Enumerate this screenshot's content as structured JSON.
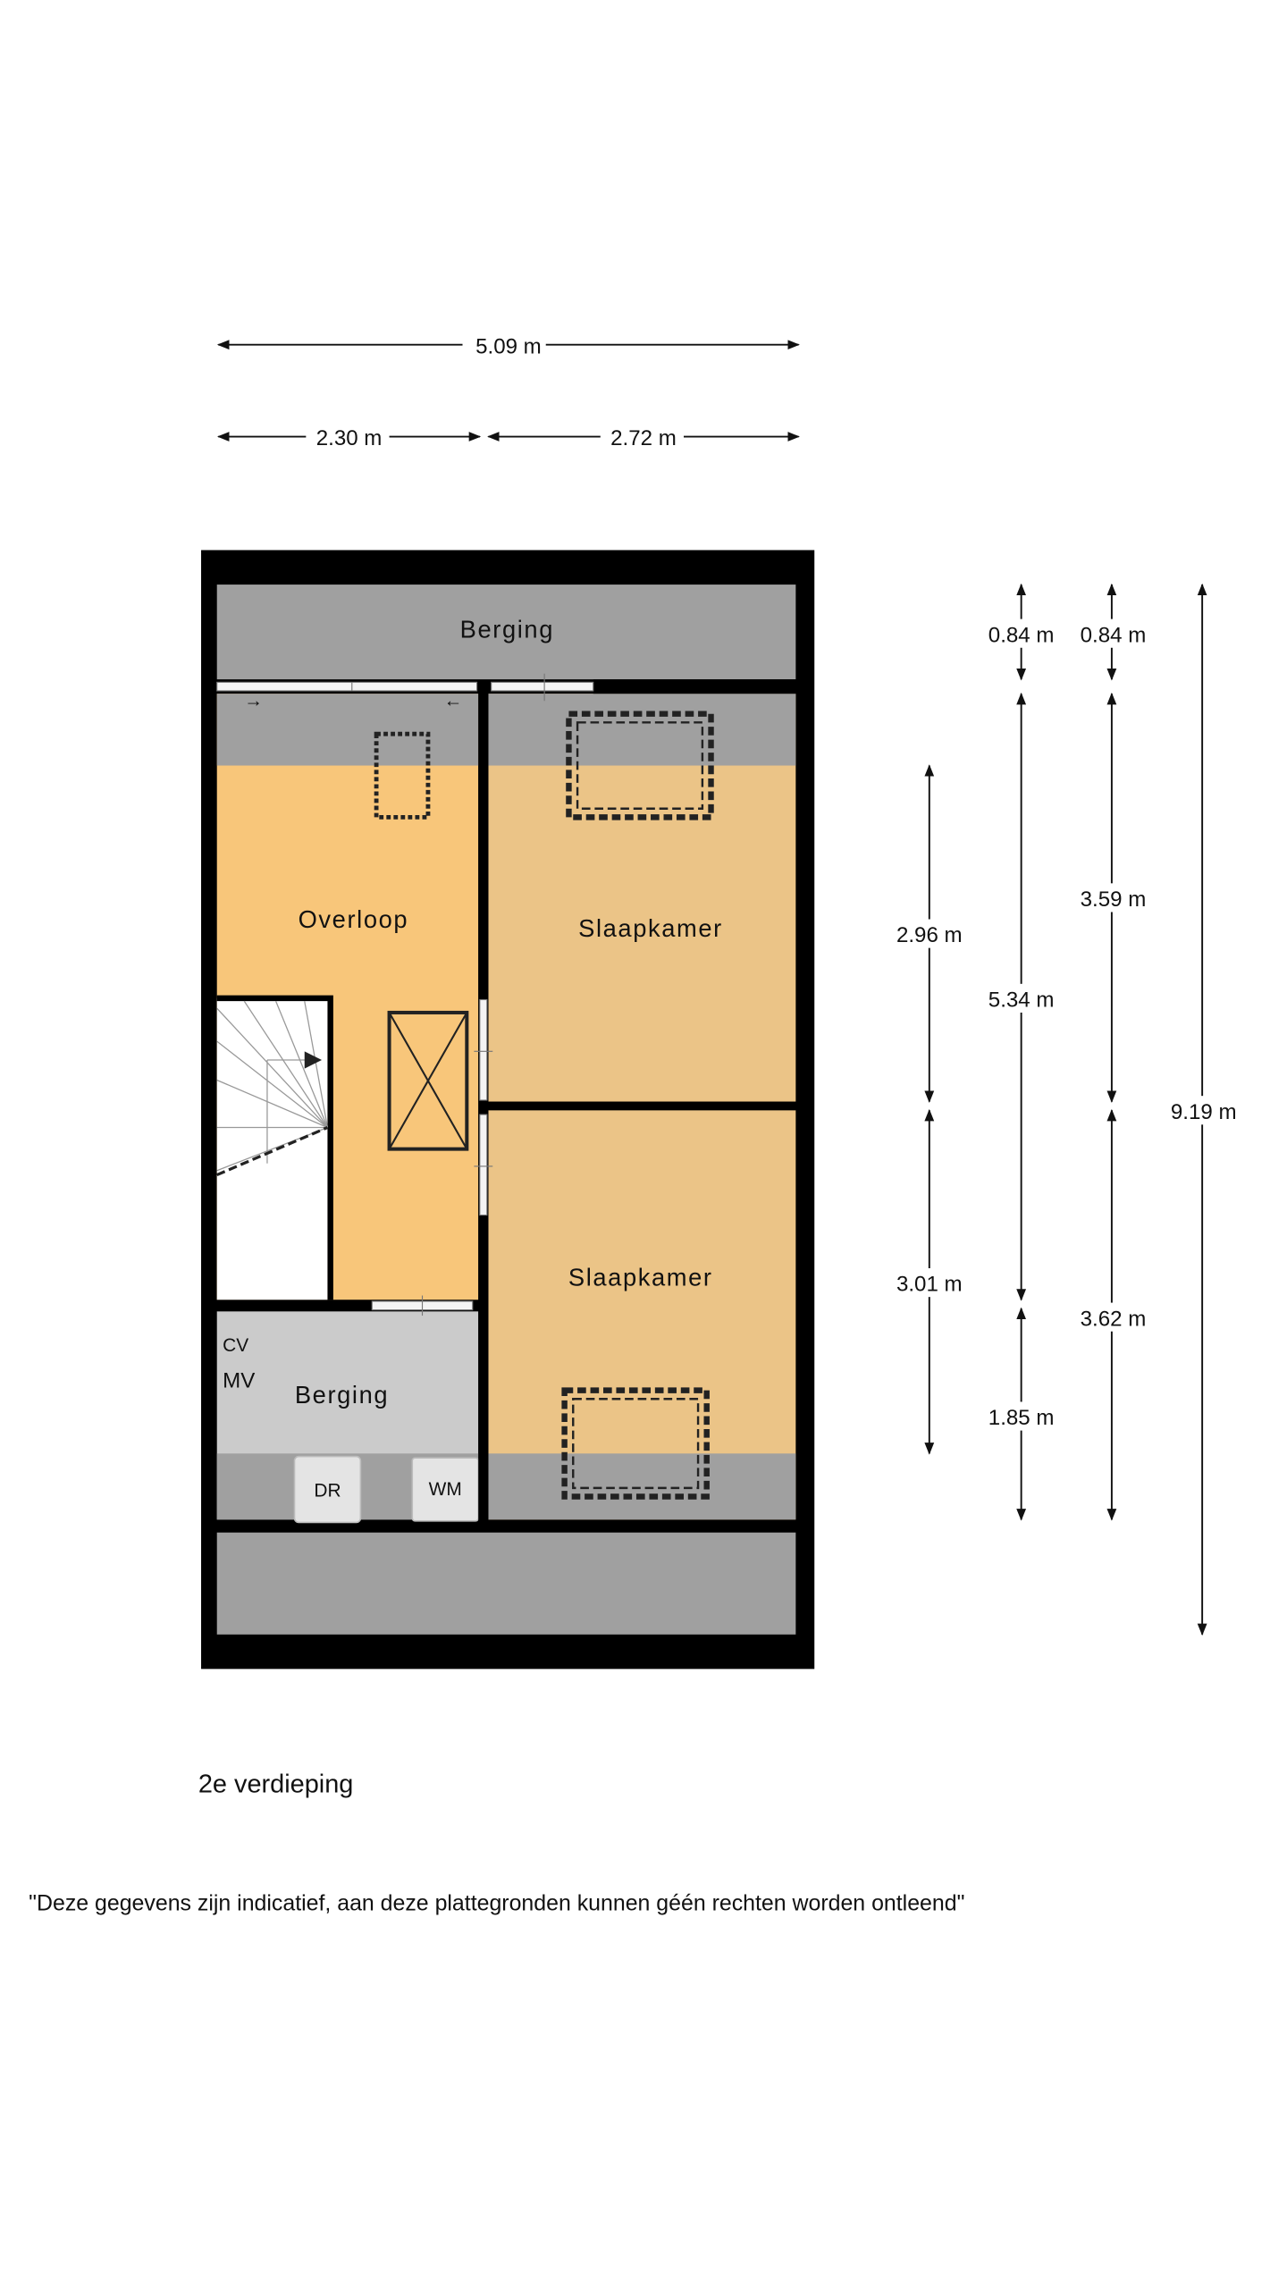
{
  "floor_name": "2e verdieping",
  "disclaimer": "\"Deze gegevens zijn indicatief, aan deze plattegronden kunnen géén rechten worden ontleend\"",
  "rooms": {
    "berging_top": "Berging",
    "overloop": "Overloop",
    "slaapkamer_1": "Slaapkamer",
    "slaapkamer_2": "Slaapkamer",
    "berging_small": "Berging"
  },
  "fixtures": {
    "cv": "CV",
    "mv": "MV",
    "dryer": "DR",
    "washer": "WM"
  },
  "dimensions": {
    "total_width": "5.09 m",
    "width_left": "2.30 m",
    "width_right": "2.72 m",
    "v_296": "2.96 m",
    "v_301": "3.01 m",
    "v_084a": "0.84 m",
    "v_534": "5.34 m",
    "v_185": "1.85 m",
    "v_084b": "0.84 m",
    "v_359": "3.59 m",
    "v_362": "3.62 m",
    "v_919": "9.19 m"
  },
  "colors": {
    "wall": "#000000",
    "room_orange": "#f8c67a",
    "room_tan": "#ebc487",
    "grey": "#a0a0a0",
    "light_grey": "#cbcbcb"
  }
}
